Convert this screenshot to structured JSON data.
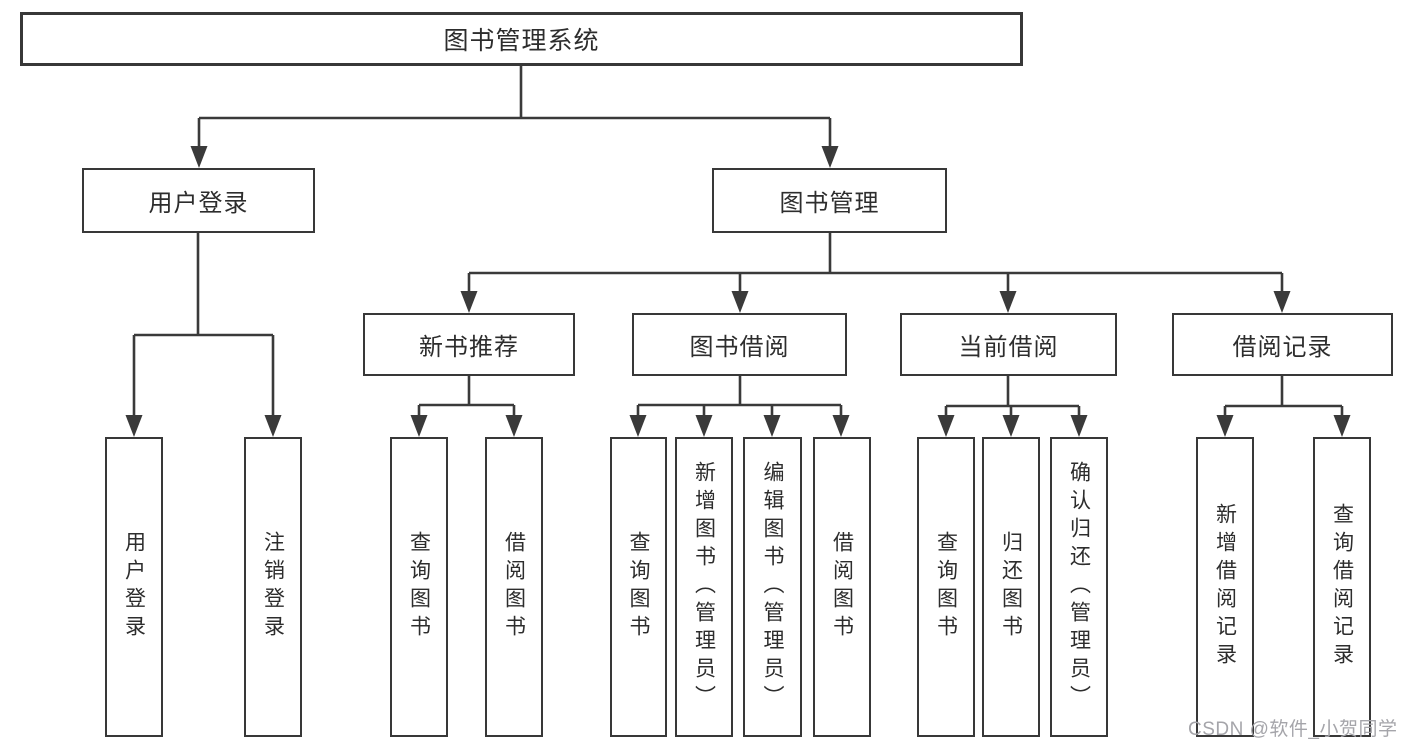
{
  "tree": {
    "root": {
      "label": "图书管理系统"
    },
    "branches": [
      {
        "label": "用户登录",
        "children": [
          {
            "label": "用户登录"
          },
          {
            "label": "注销登录"
          }
        ]
      },
      {
        "label": "图书管理",
        "sections": [
          {
            "label": "新书推荐",
            "children": [
              {
                "label": "查询图书"
              },
              {
                "label": "借阅图书"
              }
            ]
          },
          {
            "label": "图书借阅",
            "children": [
              {
                "label": "查询图书"
              },
              {
                "label": "新增图书（管理员）"
              },
              {
                "label": "编辑图书（管理员）"
              },
              {
                "label": "借阅图书"
              }
            ]
          },
          {
            "label": "当前借阅",
            "children": [
              {
                "label": "查询图书"
              },
              {
                "label": "归还图书"
              },
              {
                "label": "确认归还（管理员）"
              }
            ]
          },
          {
            "label": "借阅记录",
            "children": [
              {
                "label": "新增借阅记录"
              },
              {
                "label": "查询借阅记录"
              }
            ]
          }
        ]
      }
    ]
  },
  "watermark": {
    "text": "CSDN @软件_小贺同学"
  },
  "colors": {
    "line": "#3a3a3a",
    "border": "#383838",
    "text": "#2d2d2d",
    "watermark_text": "#a5a5aa",
    "background": "#ffffff"
  }
}
